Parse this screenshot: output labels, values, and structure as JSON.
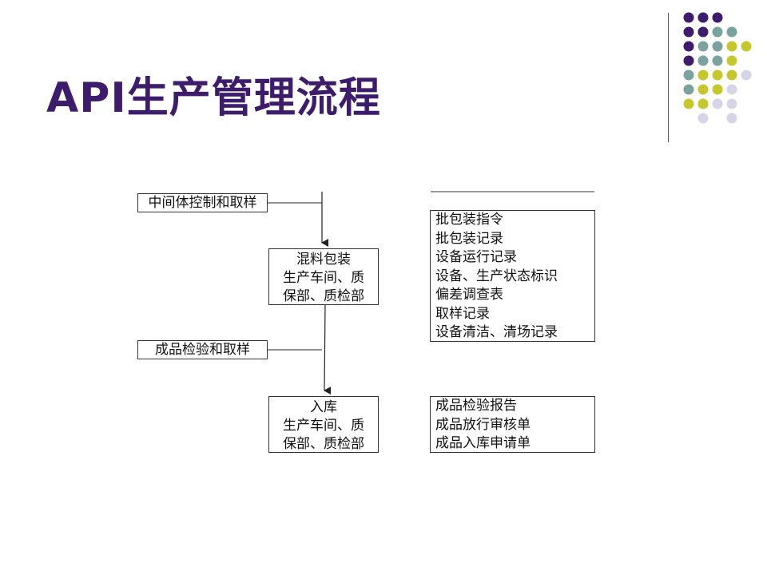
{
  "slide": {
    "title": "API生产管理流程"
  },
  "decoration": {
    "dot_colors": {
      "purple": "#3d1c6b",
      "teal": "#7aa39f",
      "olive": "#c5c72c",
      "lavender": "#d6d5e8"
    }
  },
  "flow": {
    "inputs": {
      "intermediate": "中间体控制和取样",
      "finished_test": "成品检验和取样"
    },
    "steps": [
      {
        "name": "混料包装",
        "departments": [
          "生产车间、质",
          "保部、质检部"
        ]
      },
      {
        "name": "入库",
        "departments": [
          "生产车间、质",
          "保部、质检部"
        ]
      }
    ],
    "records": [
      {
        "items": [
          "批包装指令",
          "批包装记录",
          "设备运行记录",
          "设备、生产状态标识",
          "偏差调查表",
          "取样记录",
          "设备清洁、清场记录"
        ]
      },
      {
        "items": [
          "成品检验报告",
          "成品放行审核单",
          "成品入库申请单"
        ]
      }
    ]
  }
}
